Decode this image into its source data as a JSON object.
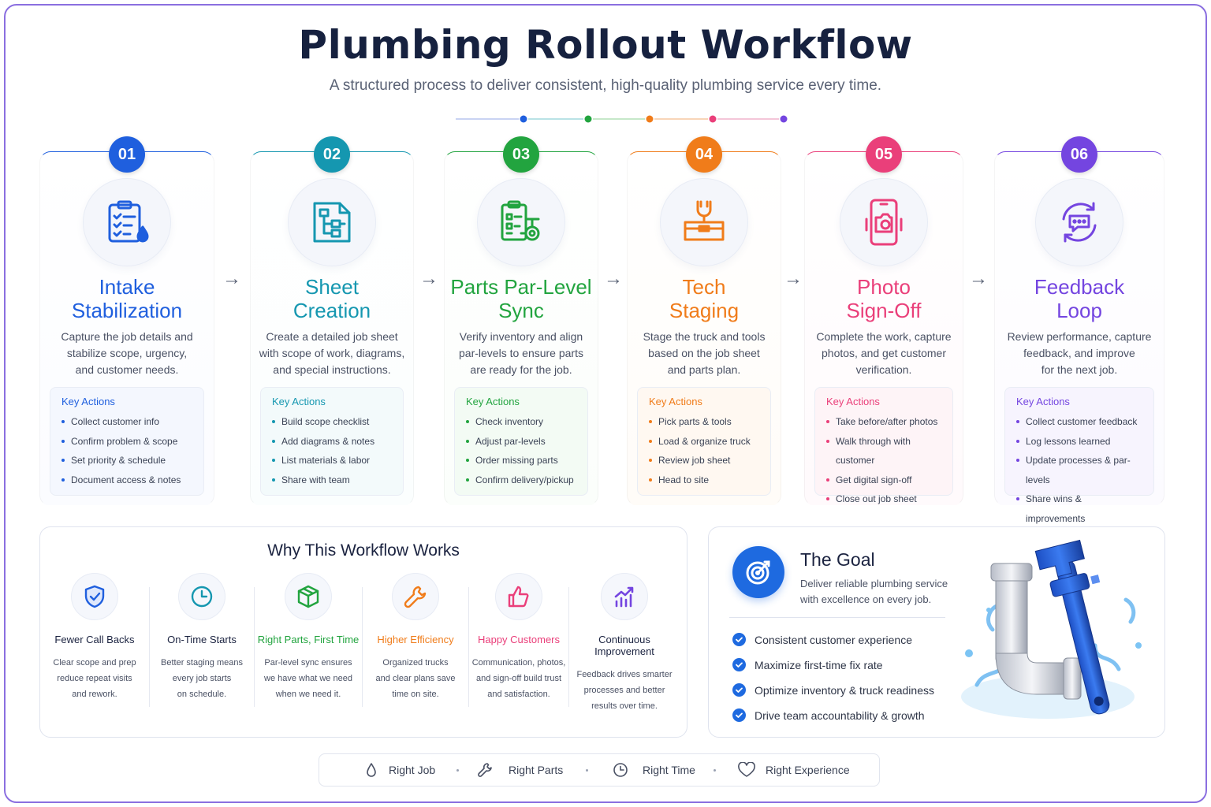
{
  "title": "Plumbing Rollout Workflow",
  "subtitle": "A structured process to deliver consistent, high-quality plumbing service every time.",
  "colors": {
    "blue": "#1f5fde",
    "teal": "#1597b0",
    "green": "#22a43f",
    "orange": "#f07c1a",
    "pink": "#ea3f7a",
    "purple": "#7445e0"
  },
  "steps": [
    {
      "number": "01",
      "title_line1": "Intake",
      "title_line2": "Stabilization",
      "color": "#1f5fde",
      "icon": "clipboard-checklist-icon",
      "desc_line1": "Capture the job details and",
      "desc_line2": "stabilize scope, urgency,",
      "desc_line3": "and customer needs.",
      "key_actions_label": "Key Actions",
      "actions": [
        "Collect customer info",
        "Confirm problem & scope",
        "Set priority & schedule",
        "Document access & notes"
      ]
    },
    {
      "number": "02",
      "title_line1": "Sheet",
      "title_line2": "Creation",
      "color": "#1597b0",
      "icon": "document-diagram-icon",
      "desc_line1": "Create a detailed job sheet",
      "desc_line2": "with scope of work, diagrams,",
      "desc_line3": "and special instructions.",
      "key_actions_label": "Key Actions",
      "actions": [
        "Build scope checklist",
        "Add diagrams & notes",
        "List materials & labor",
        "Share with team"
      ]
    },
    {
      "number": "03",
      "title_line1": "Parts Par-Level",
      "title_line2": "Sync",
      "color": "#22a43f",
      "icon": "inventory-valve-icon",
      "desc_line1": "Verify inventory and align",
      "desc_line2": "par-levels to ensure parts",
      "desc_line3": "are ready for the job.",
      "key_actions_label": "Key Actions",
      "actions": [
        "Check inventory",
        "Adjust par-levels",
        "Order missing parts",
        "Confirm delivery/pickup"
      ]
    },
    {
      "number": "04",
      "title_line1": "Tech",
      "title_line2": "Staging",
      "color": "#f07c1a",
      "icon": "toolbox-wrench-icon",
      "desc_line1": "Stage the truck and tools",
      "desc_line2": "based on the job sheet",
      "desc_line3": "and parts plan.",
      "key_actions_label": "Key Actions",
      "actions": [
        "Pick parts & tools",
        "Load & organize truck",
        "Review job sheet",
        "Head to site"
      ]
    },
    {
      "number": "05",
      "title_line1": "Photo",
      "title_line2": "Sign-Off",
      "color": "#ea3f7a",
      "icon": "phone-camera-icon",
      "desc_line1": "Complete the work, capture",
      "desc_line2": "photos, and get customer",
      "desc_line3": "verification.",
      "key_actions_label": "Key Actions",
      "actions": [
        "Take before/after photos",
        "Walk through with customer",
        "Get digital sign-off",
        "Close out job sheet"
      ]
    },
    {
      "number": "06",
      "title_line1": "Feedback",
      "title_line2": "Loop",
      "color": "#7445e0",
      "icon": "chat-cycle-icon",
      "desc_line1": "Review performance, capture",
      "desc_line2": "feedback, and improve",
      "desc_line3": "for the next job.",
      "key_actions_label": "Key Actions",
      "actions": [
        "Collect customer feedback",
        "Log lessons learned",
        "Update processes & par-levels",
        "Share wins & improvements"
      ]
    }
  ],
  "why": {
    "title": "Why This Workflow Works",
    "benefits": [
      {
        "title": "Fewer Call Backs",
        "color": "#1b2340",
        "icon": "shield-check-icon",
        "d1": "Clear scope and prep",
        "d2": "reduce repeat visits",
        "d3": "and rework."
      },
      {
        "title": "On-Time Starts",
        "color": "#1b2340",
        "icon": "clock-icon",
        "d1": "Better staging means",
        "d2": "every job starts",
        "d3": "on schedule."
      },
      {
        "title": "Right Parts, First Time",
        "color": "#22a43f",
        "icon": "box-icon",
        "d1": "Par-level sync ensures",
        "d2": "we have what we need",
        "d3": "when we need it."
      },
      {
        "title": "Higher Efficiency",
        "color": "#f07c1a",
        "icon": "wrench-icon",
        "d1": "Organized trucks",
        "d2": "and clear plans save",
        "d3": "time on site."
      },
      {
        "title": "Happy Customers",
        "color": "#ea3f7a",
        "icon": "thumbs-up-icon",
        "d1": "Communication, photos,",
        "d2": "and sign-off build trust",
        "d3": "and satisfaction."
      },
      {
        "title": "Continuous Improvement",
        "color": "#1b2340",
        "icon": "growth-chart-icon",
        "d1": "Feedback drives smarter",
        "d2": "processes and better",
        "d3": "results over time."
      }
    ]
  },
  "goal": {
    "title": "The Goal",
    "desc_line1": "Deliver reliable plumbing service",
    "desc_line2": "with excellence on every job.",
    "items": [
      "Consistent customer experience",
      "Maximize first-time fix rate",
      "Optimize inventory & truck readiness",
      "Drive team accountability & growth"
    ]
  },
  "footer": {
    "items": [
      {
        "label": "Right Job",
        "icon": "water-drop-icon"
      },
      {
        "label": "Right Parts",
        "icon": "wrench-icon"
      },
      {
        "label": "Right Time",
        "icon": "clock-icon"
      },
      {
        "label": "Right Experience",
        "icon": "heart-icon"
      }
    ]
  }
}
